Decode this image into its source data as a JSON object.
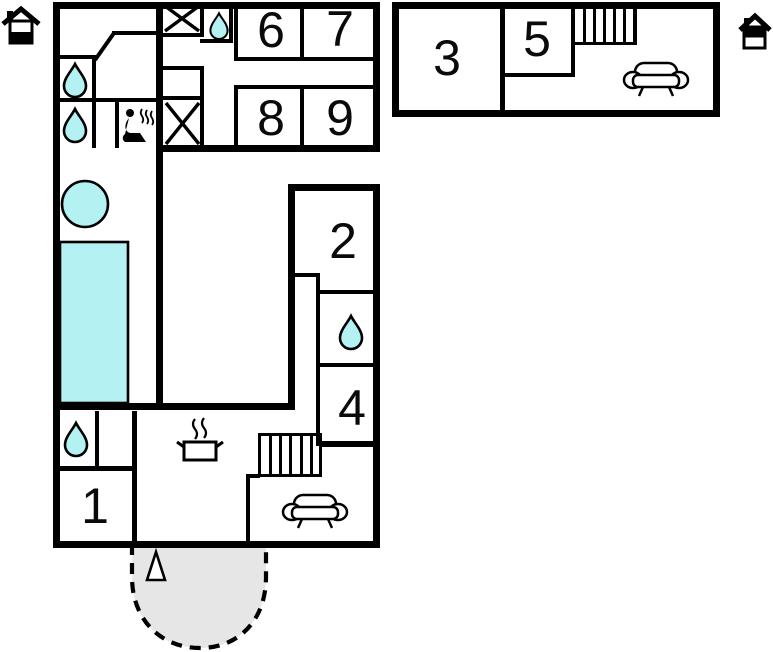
{
  "title": "holiday-home-floor-plan",
  "colors": {
    "wall": "#000000",
    "water": "#b4f1f3",
    "terrace": "#e6e6e6"
  },
  "rooms": {
    "r1": "1",
    "r2": "2",
    "r3": "3",
    "r4": "4",
    "r5": "5",
    "r6": "6",
    "r7": "7",
    "r8": "8",
    "r9": "9"
  },
  "icons": {
    "ground_floor_marker": "house-ground-floor",
    "upper_floor_marker": "house-upper-floor",
    "water_drop": "water-drop",
    "bath_circle": "round-tub",
    "pool": "plunge-pool",
    "sauna": "sauna-person",
    "window_cross": "window-x",
    "kitchen": "cooking-pot",
    "stairs": "staircase",
    "sofa": "sofa",
    "terrace": "terrace-patio",
    "entrance": "entrance-arrow"
  }
}
